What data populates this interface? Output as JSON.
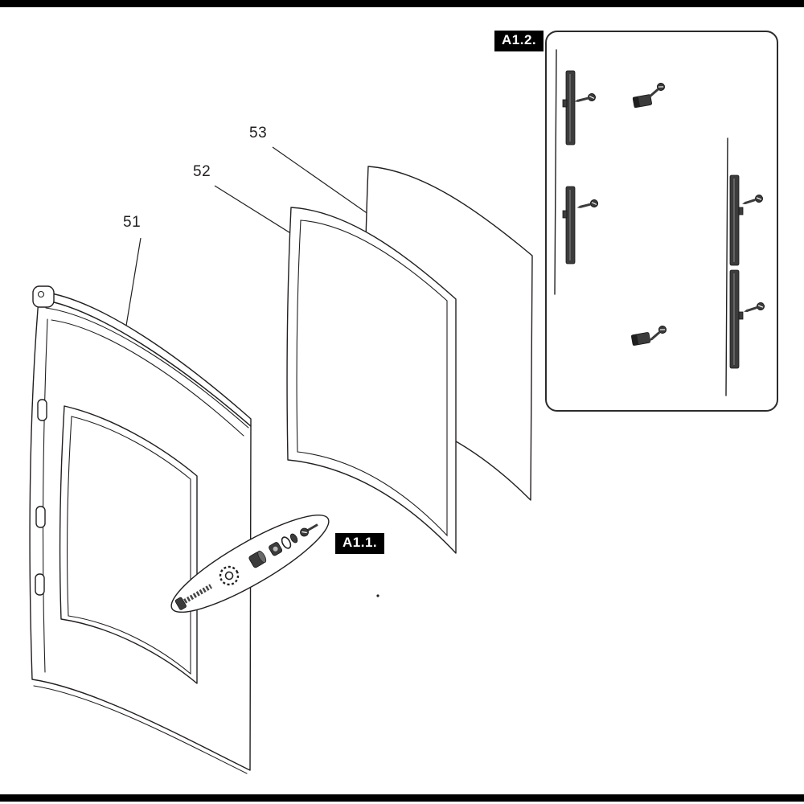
{
  "colors": {
    "background": "#ffffff",
    "line": "#231f20",
    "callout_bg": "#000000",
    "callout_text": "#ffffff",
    "metal": "#3c3c3c",
    "page_rule": "#000000"
  },
  "labels": {
    "part_51": "51",
    "part_52": "52",
    "part_53": "53",
    "callout_a1_1": "A1.1.",
    "callout_a1_2": "A1.2."
  },
  "icons": {
    "callout_oval_fasteners": [
      "bolt",
      "lock-washer",
      "spacer-bushing",
      "nut",
      "washer",
      "small-washer",
      "screw"
    ],
    "detail_box_parts": [
      "glass-retainer-strip",
      "clip-bracket",
      "screw"
    ]
  }
}
